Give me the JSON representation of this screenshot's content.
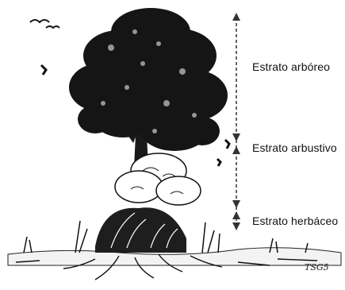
{
  "strata": [
    {
      "label": "Estrato arbóreo"
    },
    {
      "label": "Estrato arbustivo"
    },
    {
      "label": "Estrato herbáceo"
    }
  ],
  "signature": "TSG5"
}
